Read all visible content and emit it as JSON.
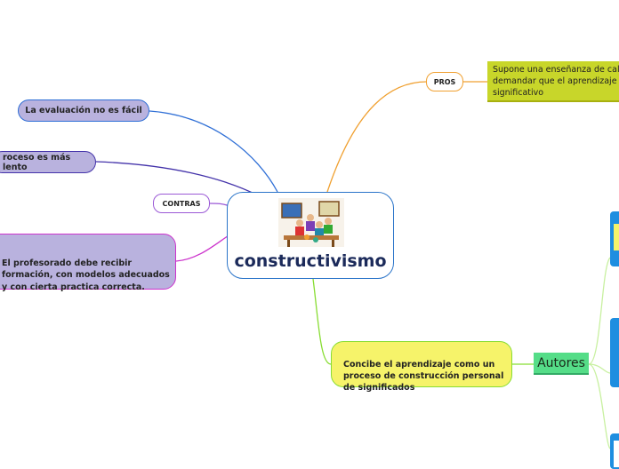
{
  "central": {
    "title": "constructivismo"
  },
  "pros": {
    "label": "PROS",
    "detail": "Supone una enseñanza de calid\ndemandar que el aprendizaje s\nsignificativo"
  },
  "contras": {
    "label": "CONTRAS",
    "items": [
      "La evaluación no es fácil",
      "roceso es más lento",
      "El profesorado debe recibir\nformación, con modelos adecuados\ny con cierta practica correcta."
    ]
  },
  "concept": {
    "text": "Concibe el aprendizaje como un\nproceso de construcción personal\nde significados"
  },
  "autores": {
    "label": "Autores"
  },
  "colors": {
    "central_border": "#2a74c9",
    "pros_line": "#f0a030",
    "pros_detail_bg": "#c8d62a",
    "contras_line": "#cc33cc",
    "lavender": "#b9b2de",
    "concept_bg": "#f6f36a",
    "concept_line": "#88dd33",
    "autores_bg": "#55dd88",
    "blue_boxes": "#1e8ee0"
  },
  "icons": {
    "central_image": "classroom-illustration"
  }
}
